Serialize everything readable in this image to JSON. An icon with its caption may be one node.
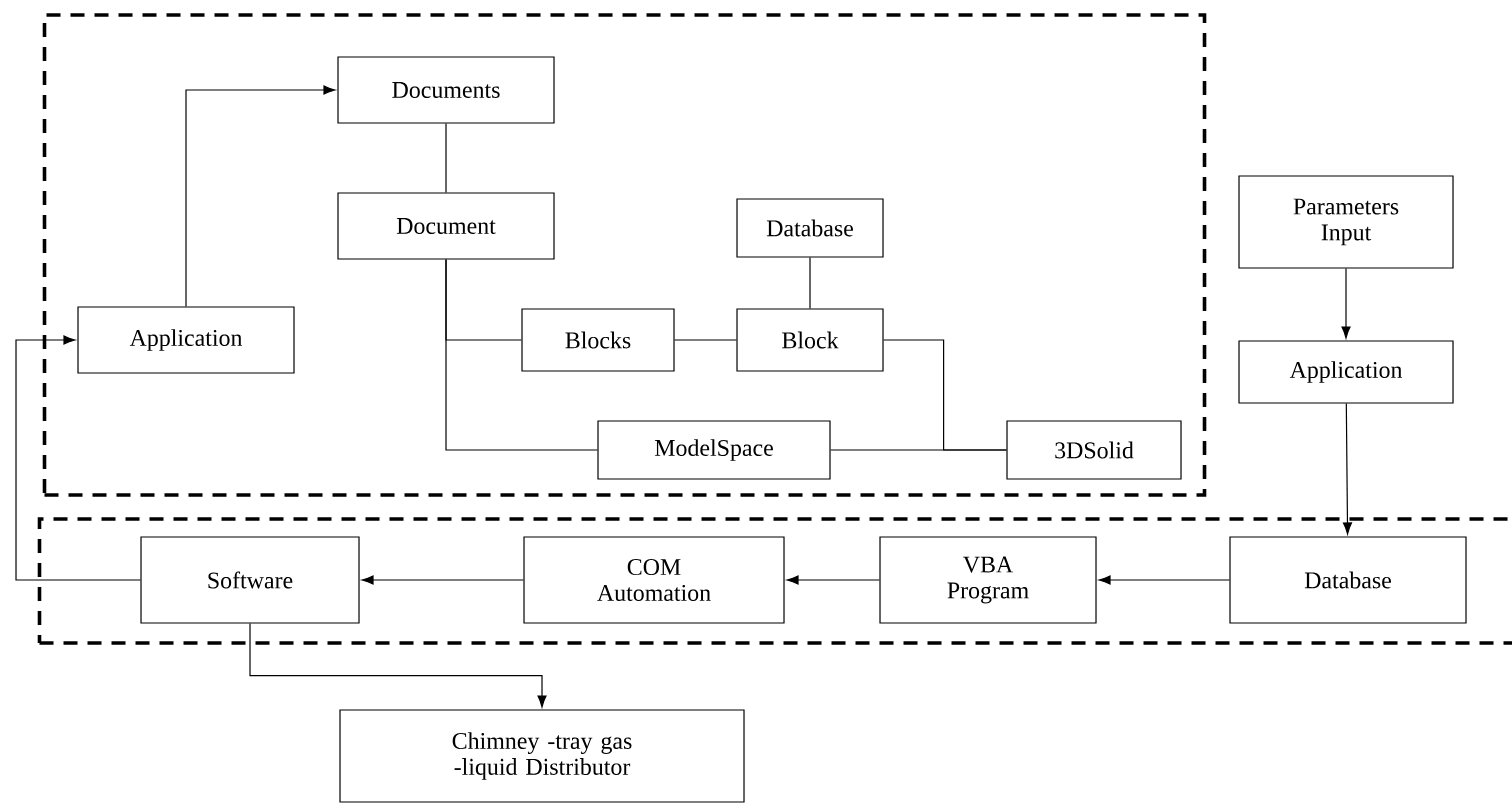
{
  "diagram": {
    "nodes": [
      {
        "text": [],
        "shape": "box"
      },
      {
        "text": [
          "Documents"
        ],
        "in": 0
      },
      {
        "text": [
          "Document"
        ],
        "in": 0
      },
      {
        "text": [
          "Database"
        ],
        "in": 0
      },
      {
        "text": [
          "Application"
        ],
        "in": 0
      },
      {
        "text": [
          "Blocks"
        ],
        "in": 0
      },
      {
        "text": [
          "Block"
        ],
        "in": 0
      },
      {
        "text": [
          "ModelSpace"
        ],
        "in": 0
      },
      {
        "text": [
          "3DSolid"
        ],
        "in": 0
      },
      {
        "text": [
          "Parameters Input"
        ]
      },
      {
        "text": [
          "Application"
        ]
      },
      {
        "text": [],
        "shape": "box"
      },
      {
        "text": [
          "Software"
        ],
        "in": 11
      },
      {
        "text": [
          "COM Automation"
        ],
        "in": 11
      },
      {
        "text": [
          "VBA Program"
        ],
        "in": 11
      },
      {
        "text": [
          "Database"
        ],
        "in": 11
      },
      {
        "text": [
          "Chimney -tray gas -liquid Distributor"
        ]
      }
    ],
    "edges": [
      {
        "from": 4,
        "to": 1,
        "arrow": "to"
      },
      {
        "from": 1,
        "to": 2,
        "arrow": "none"
      },
      {
        "from": 2,
        "to": 5,
        "arrow": "none"
      },
      {
        "from": 2,
        "to": 7,
        "arrow": "none"
      },
      {
        "from": 3,
        "to": 6,
        "arrow": "none"
      },
      {
        "from": 5,
        "to": 6,
        "arrow": "none"
      },
      {
        "from": 6,
        "to": 8,
        "arrow": "none"
      },
      {
        "from": 7,
        "to": 8,
        "arrow": "none"
      },
      {
        "from": 9,
        "to": 10,
        "arrow": "to"
      },
      {
        "from": 10,
        "to": 15,
        "arrow": "to"
      },
      {
        "from": 15,
        "to": 14,
        "arrow": "to"
      },
      {
        "from": 14,
        "to": 13,
        "arrow": "to"
      },
      {
        "from": 13,
        "to": 12,
        "arrow": "to"
      },
      {
        "from": 12,
        "to": 4,
        "arrow": "to"
      },
      {
        "from": 12,
        "to": 16,
        "arrow": "to"
      }
    ]
  }
}
